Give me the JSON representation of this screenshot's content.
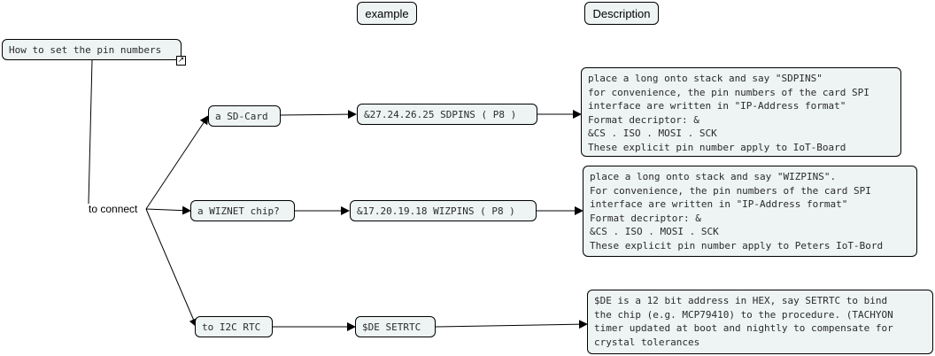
{
  "headers": {
    "example": "example",
    "description": "Description"
  },
  "root": {
    "label": "How to set the pin numbers",
    "link_icon": "external-link-icon"
  },
  "hub": {
    "label": "to connect"
  },
  "targets": [
    {
      "label": "a SD-Card"
    },
    {
      "label": "a WIZNET chip?"
    },
    {
      "label": "to I2C RTC"
    }
  ],
  "examples": [
    {
      "code": "&27.24.26.25 SDPINS ( P8 )"
    },
    {
      "code": "&17.20.19.18 WIZPINS ( P8 )"
    },
    {
      "code": "$DE SETRTC"
    }
  ],
  "descriptions": [
    {
      "lines": [
        "place a long onto stack and say \"SDPINS\"",
        "for convenience, the pin numbers of the card SPI",
        "interface are written in \"IP-Address format\"",
        "Format decriptor: &",
        "&CS . ISO . MOSI . SCK",
        "These explicit pin number apply to IoT-Board"
      ]
    },
    {
      "lines": [
        "place a long onto stack and say \"WIZPINS\".",
        "For convenience, the pin numbers of the card SPI",
        "interface are written in \"IP-Address format\"",
        "Format decriptor: &",
        "&CS . ISO . MOSI . SCK",
        "These explicit pin number apply to Peters IoT-Bord"
      ]
    },
    {
      "lines": [
        "$DE is a 12 bit address in HEX, say SETRTC to bind",
        "the chip (e.g. MCP79410) to the procedure. (TACHYON",
        "timer updated at boot and nightly to compensate for",
        "crystal tolerances"
      ]
    }
  ]
}
